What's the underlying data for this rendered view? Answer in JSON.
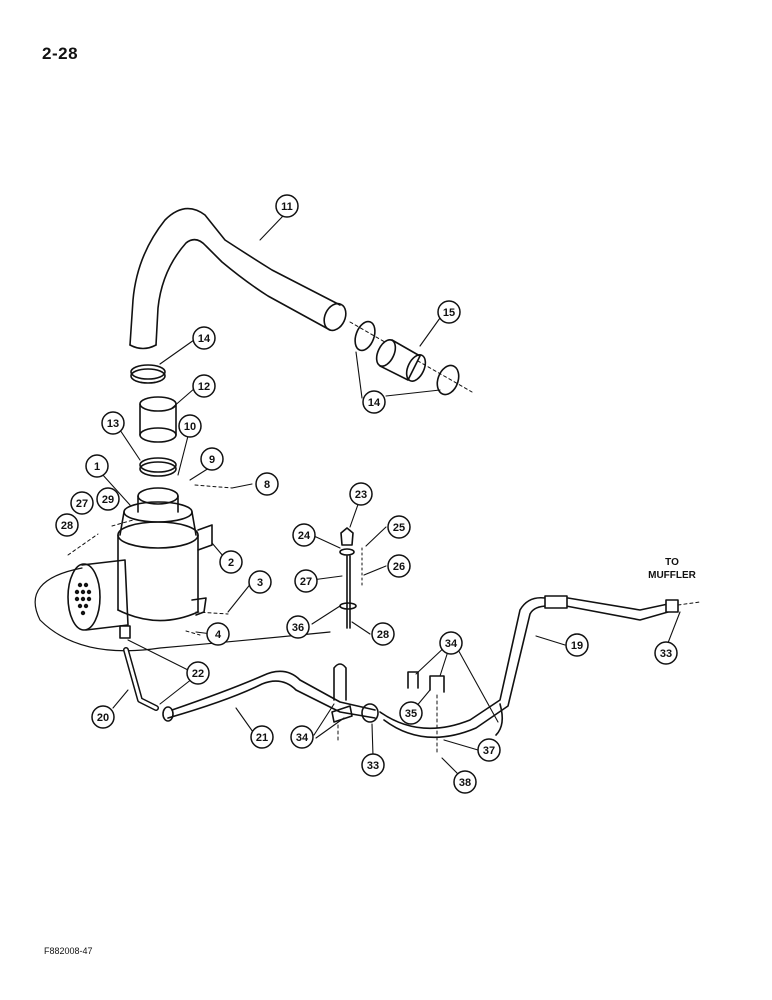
{
  "page_number": "2-28",
  "figure_code": "F882008-47",
  "note": {
    "line1": "TO",
    "line2": "MUFFLER"
  },
  "callouts": [
    "11",
    "15",
    "14",
    "14",
    "12",
    "13",
    "10",
    "9",
    "8",
    "1",
    "27",
    "29",
    "28",
    "2",
    "3",
    "4",
    "23",
    "24",
    "25",
    "27",
    "26",
    "36",
    "28",
    "34",
    "35",
    "19",
    "33",
    "22",
    "20",
    "21",
    "34",
    "33",
    "37",
    "38"
  ]
}
